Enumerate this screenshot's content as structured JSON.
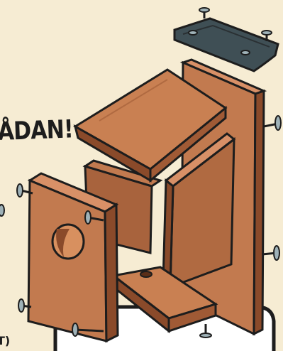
{
  "illustration": {
    "headline": "ÅDAN!",
    "corner_text": "T)",
    "colors": {
      "background": "#f6ecd3",
      "wood_light": "#c27a4f",
      "wood_mid": "#b06a41",
      "wood_dark": "#8a4a2a",
      "roof_strip": "#3f4f55",
      "outline": "#1d1d1d"
    },
    "parts": [
      "back-panel",
      "roof-panel",
      "front-panel",
      "side-panel-left",
      "side-panel-right",
      "floor-panel",
      "hinge-strip",
      "screws"
    ]
  }
}
